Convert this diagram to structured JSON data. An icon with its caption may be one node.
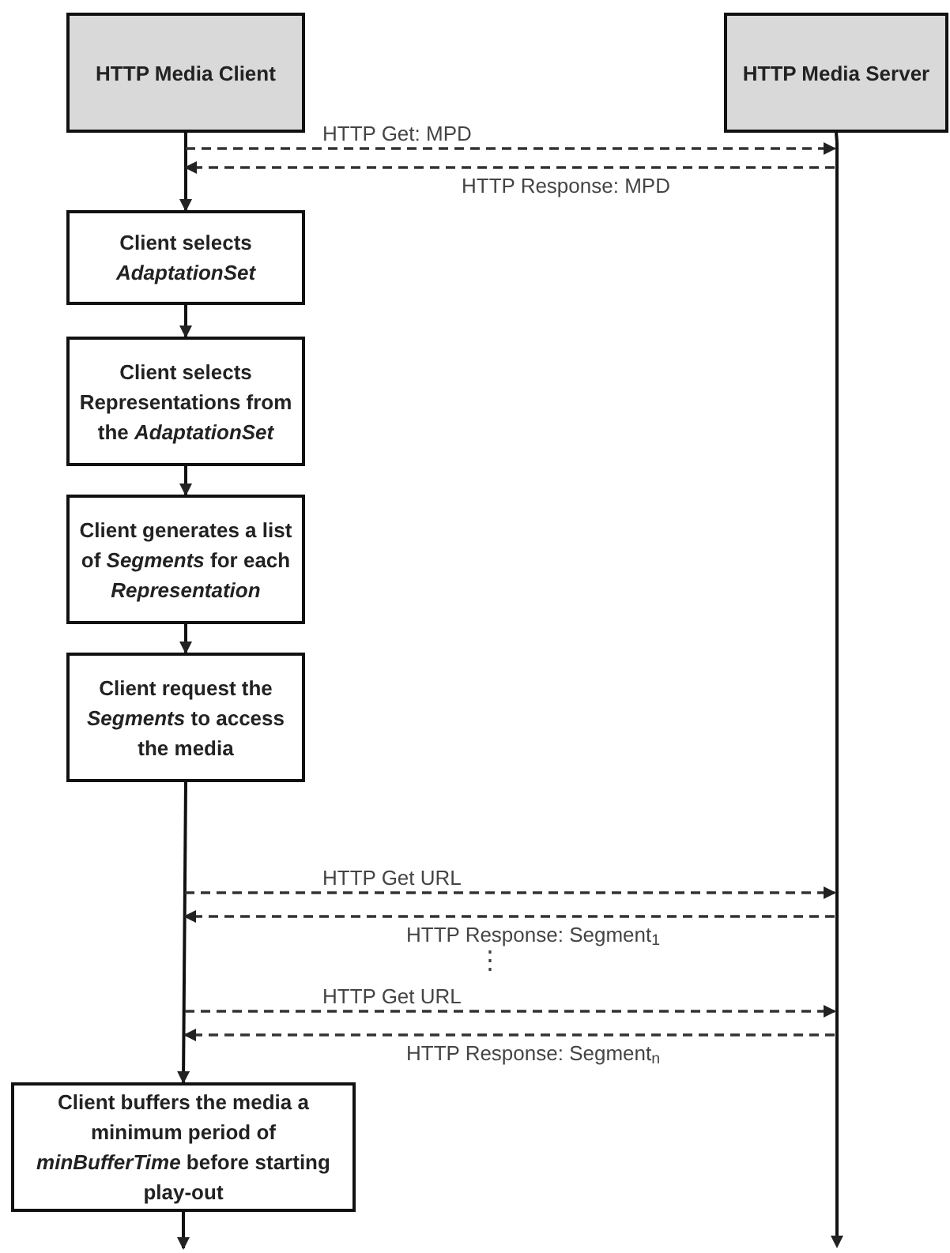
{
  "diagram": {
    "nodes": [
      {
        "text": [
          "HTTP Media Client"
        ]
      },
      {
        "text": [
          "HTTP Media Server"
        ]
      },
      {
        "text": [
          "Client selects *AdaptationSet*"
        ]
      },
      {
        "text": [
          "Client selects Representations from the *AdaptationSet*"
        ]
      },
      {
        "text": [
          "Client generates a list of *Segments* for each *Representation*"
        ]
      },
      {
        "text": [
          "Client request the *Segments* to access the media"
        ]
      },
      {
        "text": [
          "Client buffers the media a minimum period of *minBufferTime* before starting play-out"
        ]
      },
      {
        "text": [],
        "shape": "bar"
      }
    ],
    "edges": [
      {
        "from": 0,
        "to": 2,
        "arrow": "to"
      },
      {
        "from": 2,
        "to": 3,
        "arrow": "to"
      },
      {
        "from": 3,
        "to": 4,
        "arrow": "to"
      },
      {
        "from": 4,
        "to": 5,
        "arrow": "to"
      },
      {
        "from": 5,
        "to": 6,
        "arrow": "to"
      },
      {
        "from": 6,
        "to": null,
        "arrow": "to"
      },
      {
        "from": 1,
        "to": 7,
        "arrow": "none"
      },
      {
        "from": 0,
        "to": 7,
        "arrow": "to",
        "label": "HTTP Get: MPD",
        "style": "dashed"
      },
      {
        "from": 7,
        "to": 0,
        "arrow": "to",
        "label": "HTTP Response: MPD",
        "style": "dashed"
      },
      {
        "from": null,
        "to": 7,
        "arrow": "to",
        "label": "HTTP Get URL",
        "style": "dashed"
      },
      {
        "from": 7,
        "to": null,
        "arrow": "to",
        "label": "HTTP Response: Segment$_{1}$",
        "style": "dashed"
      },
      {
        "from": null,
        "to": 7,
        "arrow": "to",
        "label": "HTTP Get URL",
        "style": "dashed"
      },
      {
        "from": 7,
        "to": null,
        "arrow": "to",
        "label": "HTTP Response: Segment$_{n}$",
        "style": "dashed"
      }
    ],
    "labels": [
      "⋮"
    ]
  }
}
